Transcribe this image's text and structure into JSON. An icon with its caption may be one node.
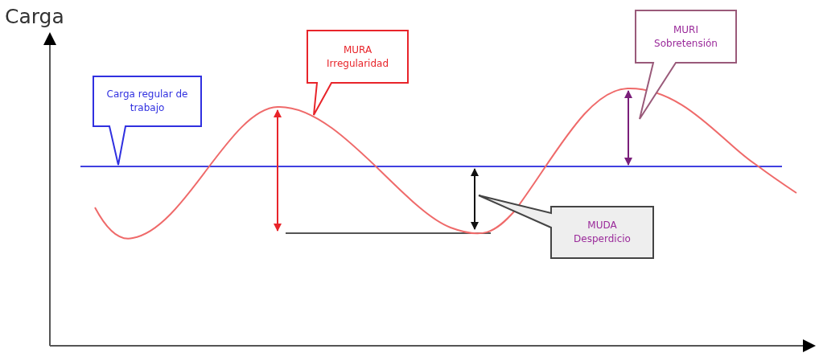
{
  "diagram": {
    "nodes": [
      {
        "text": [
          "Carga regular de trabajo"
        ]
      },
      {
        "text": [
          "MURA",
          "Irregularidad"
        ]
      },
      {
        "text": [
          "MURI",
          "Sobretensión"
        ]
      },
      {
        "text": [
          "MUDA",
          "Desperdicio"
        ]
      }
    ],
    "labels": [
      "Carga"
    ]
  }
}
